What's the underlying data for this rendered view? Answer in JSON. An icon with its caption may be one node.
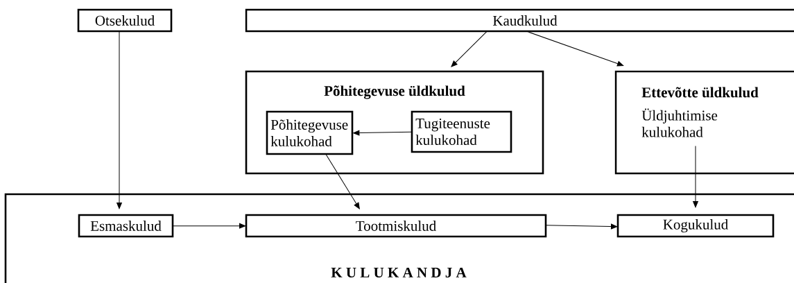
{
  "diagram": {
    "nodes": [
      {
        "text": [
          "Otsekulud"
        ]
      },
      {
        "text": [
          "Kaudkulud"
        ]
      },
      {
        "text": [
          "Põhitegevuse üldkulud"
        ]
      },
      {
        "text": [
          "Põhitegevuse kulukohad"
        ],
        "in": 2
      },
      {
        "text": [
          "Tugiteenuste kulukohad"
        ],
        "in": 2
      },
      {
        "text": [
          "Ettevõtte üldkulud",
          "Üldjuhtimise kulukohad"
        ]
      },
      {
        "text": [
          "K U L U K A N D J A"
        ]
      },
      {
        "text": [
          "Esmaskulud"
        ],
        "in": 6
      },
      {
        "text": [
          "Tootmiskulud"
        ],
        "in": 6
      },
      {
        "text": [
          "Kogukulud"
        ],
        "in": 6
      }
    ],
    "edges": [
      {
        "from": 0,
        "to": 7,
        "arrow": "to"
      },
      {
        "from": 1,
        "to": 2,
        "arrow": "to"
      },
      {
        "from": 1,
        "to": 5,
        "arrow": "to"
      },
      {
        "from": 4,
        "to": 3,
        "arrow": "to"
      },
      {
        "from": 3,
        "to": 8,
        "arrow": "to"
      },
      {
        "from": 5,
        "to": 9,
        "arrow": "to"
      },
      {
        "from": 7,
        "to": 8,
        "arrow": "to"
      },
      {
        "from": 8,
        "to": 9,
        "arrow": "to"
      }
    ]
  }
}
